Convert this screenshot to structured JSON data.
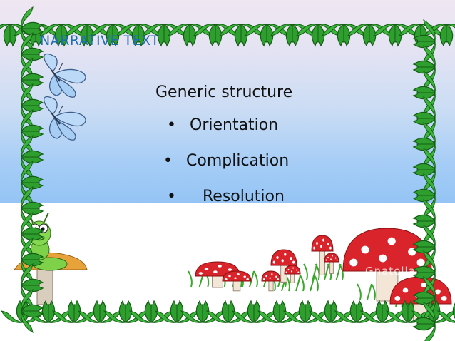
{
  "slide": {
    "title": "NARRATIVE TEXT",
    "heading": "Generic structure",
    "bullet_glyph": "•",
    "bullets": [
      "Orientation",
      "Complication",
      "Resolution"
    ]
  },
  "decor": {
    "border": "leaf-border",
    "butterflies": [
      "butterfly-icon",
      "butterfly-icon"
    ],
    "caterpillar": "caterpillar-on-mushroom",
    "mushrooms": "red-spotted-mushrooms",
    "watermark": "Gnatolla"
  },
  "colors": {
    "title": "#1f6fb0",
    "leaf": "#2e9e2e",
    "mushroom_cap": "#d9242b",
    "sky_bottom": "#94c4f5"
  }
}
